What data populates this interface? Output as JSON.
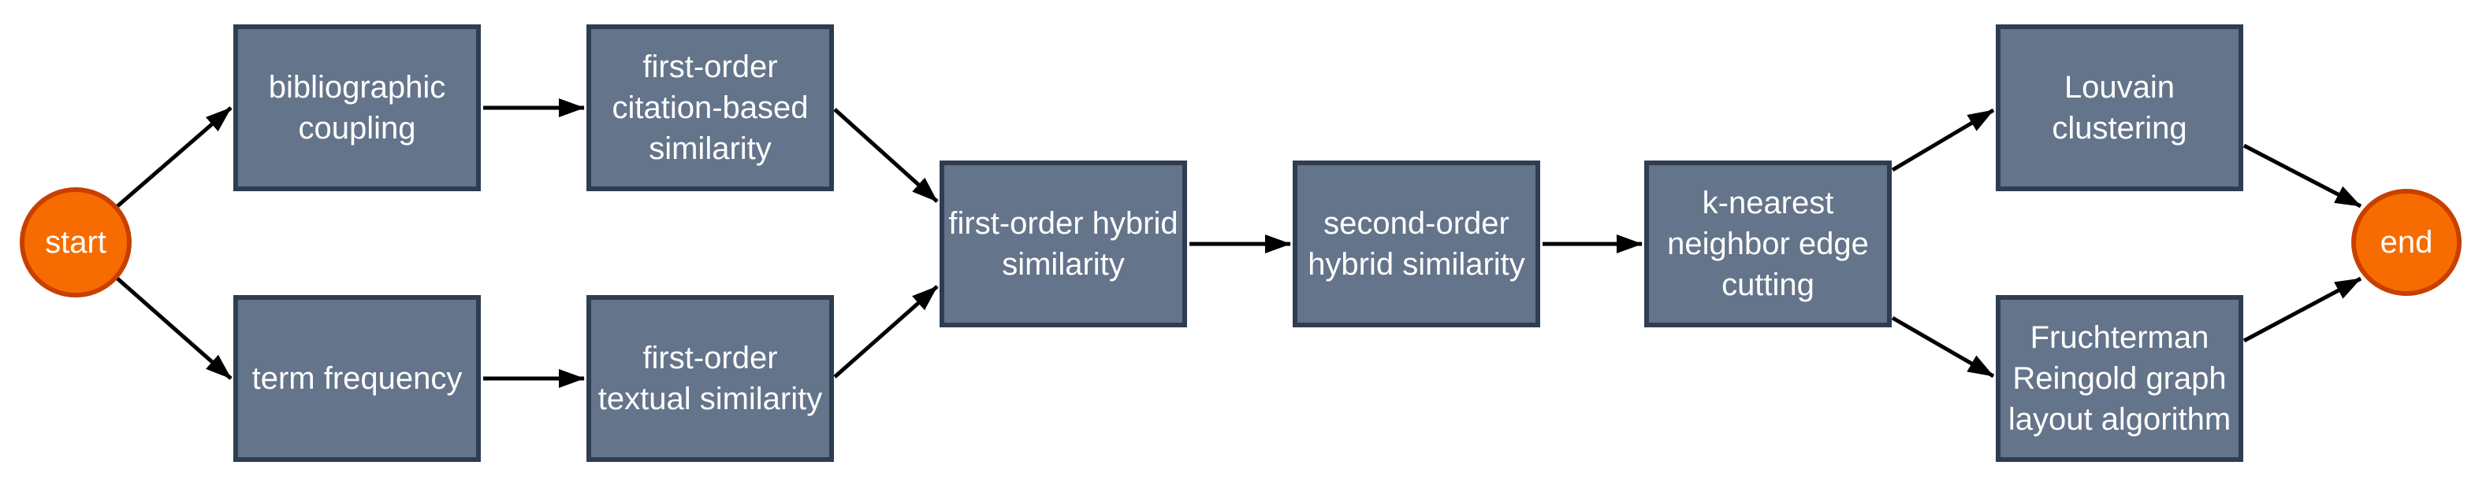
{
  "diagram": {
    "type": "flowchart",
    "direction": "left-to-right",
    "colors": {
      "process_fill": "#64748A",
      "process_border": "#2E3D50",
      "terminal_fill": "#F76C00",
      "terminal_border": "#C74000",
      "edge": "#000000",
      "label_text": "#FFFFFF",
      "background": "#FFFFFF"
    },
    "nodes": {
      "start": {
        "label": "start",
        "shape": "ellipse",
        "role": "terminal"
      },
      "bibliographic_coupling": {
        "label": "bibliographic\ncoupling",
        "shape": "box",
        "role": "process"
      },
      "first_order_citation_based_similarity": {
        "label": "first-order\ncitation-based\nsimilarity",
        "shape": "box",
        "role": "process"
      },
      "term_frequency": {
        "label": "term frequency",
        "shape": "box",
        "role": "process"
      },
      "first_order_textual_similarity": {
        "label": "first-order\ntextual similarity",
        "shape": "box",
        "role": "process"
      },
      "first_order_hybrid_similarity": {
        "label": "first-order hybrid\nsimilarity",
        "shape": "box",
        "role": "process"
      },
      "second_order_hybrid_similarity": {
        "label": "second-order\nhybrid similarity",
        "shape": "box",
        "role": "process"
      },
      "k_nearest_neighbor_edge_cutting": {
        "label": "k-nearest\nneighbor edge\ncutting",
        "shape": "box",
        "role": "process"
      },
      "louvain_clustering": {
        "label": "Louvain\nclustering",
        "shape": "box",
        "role": "process"
      },
      "fruchterman_reingold_graph_layout_algorithm": {
        "label": "Fruchterman\nReingold graph\nlayout algorithm",
        "shape": "box",
        "role": "process"
      },
      "end": {
        "label": "end",
        "shape": "ellipse",
        "role": "terminal"
      }
    },
    "edges": [
      {
        "from": "start",
        "to": "bibliographic_coupling"
      },
      {
        "from": "start",
        "to": "term_frequency"
      },
      {
        "from": "bibliographic_coupling",
        "to": "first_order_citation_based_similarity"
      },
      {
        "from": "term_frequency",
        "to": "first_order_textual_similarity"
      },
      {
        "from": "first_order_citation_based_similarity",
        "to": "first_order_hybrid_similarity"
      },
      {
        "from": "first_order_textual_similarity",
        "to": "first_order_hybrid_similarity"
      },
      {
        "from": "first_order_hybrid_similarity",
        "to": "second_order_hybrid_similarity"
      },
      {
        "from": "second_order_hybrid_similarity",
        "to": "k_nearest_neighbor_edge_cutting"
      },
      {
        "from": "k_nearest_neighbor_edge_cutting",
        "to": "louvain_clustering"
      },
      {
        "from": "k_nearest_neighbor_edge_cutting",
        "to": "fruchterman_reingold_graph_layout_algorithm"
      },
      {
        "from": "louvain_clustering",
        "to": "end"
      },
      {
        "from": "fruchterman_reingold_graph_layout_algorithm",
        "to": "end"
      }
    ]
  }
}
